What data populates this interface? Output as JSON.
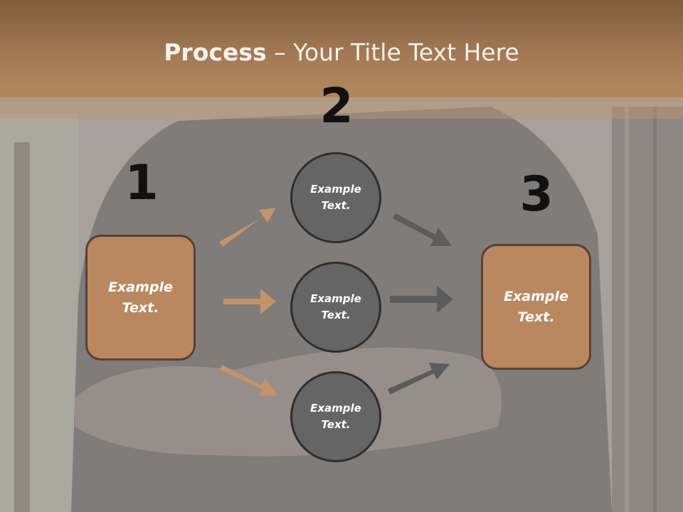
{
  "title": {
    "bold": "Process",
    "rest": " – Your Title Text Here"
  },
  "steps": {
    "one": "1",
    "two": "2",
    "three": "3"
  },
  "boxes": {
    "left": "Example\nText.",
    "right": "Example\nText."
  },
  "circles": [
    "Example\nText.",
    "Example\nText.",
    "Example\nText."
  ],
  "colors": {
    "title_bar": "#a57b55",
    "box_fill": "#b98860",
    "circle_fill": "#656565",
    "arrow_left": "#c49368",
    "arrow_right": "#5c5c5c"
  }
}
